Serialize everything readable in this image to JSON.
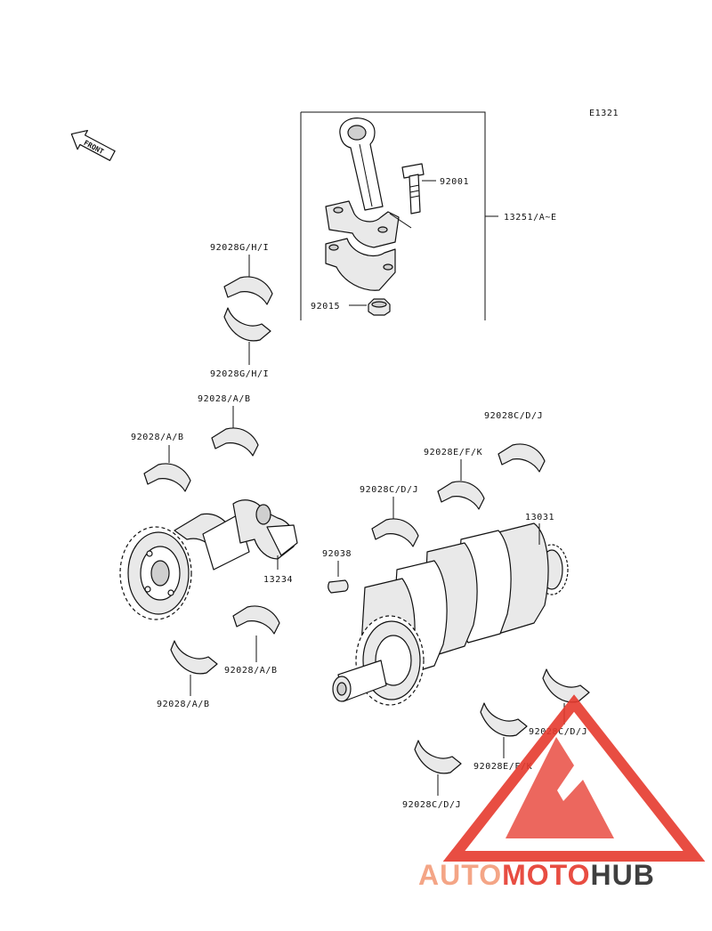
{
  "figure_id": "E1321",
  "front_label": "FRONT",
  "watermark": {
    "auto": "AUTO",
    "moto": "MOTO",
    "hub": "HUB",
    "color_primary": "#e63a2e",
    "color_light": "#f39c7a",
    "color_dark": "#2b2b2b"
  },
  "labels": {
    "p92001": "92001",
    "p13251": "13251/A~E",
    "p92015": "92015",
    "p92028ghi_top": "92028G/H/I",
    "p92028ghi_bottom": "92028G/H/I",
    "p92028ab_1": "92028/A/B",
    "p92028ab_2": "92028/A/B",
    "p92028ab_3": "92028/A/B",
    "p92028ab_4": "92028/A/B",
    "p13234": "13234",
    "p92038": "92038",
    "p92028cdj_1": "92028C/D/J",
    "p92028cdj_2": "92028C/D/J",
    "p92028cdj_3": "92028C/D/J",
    "p92028cdj_4": "92028C/D/J",
    "p92028efk_1": "92028E/F/K",
    "p92028efk_2": "92028E/F/K",
    "p13031": "13031"
  }
}
